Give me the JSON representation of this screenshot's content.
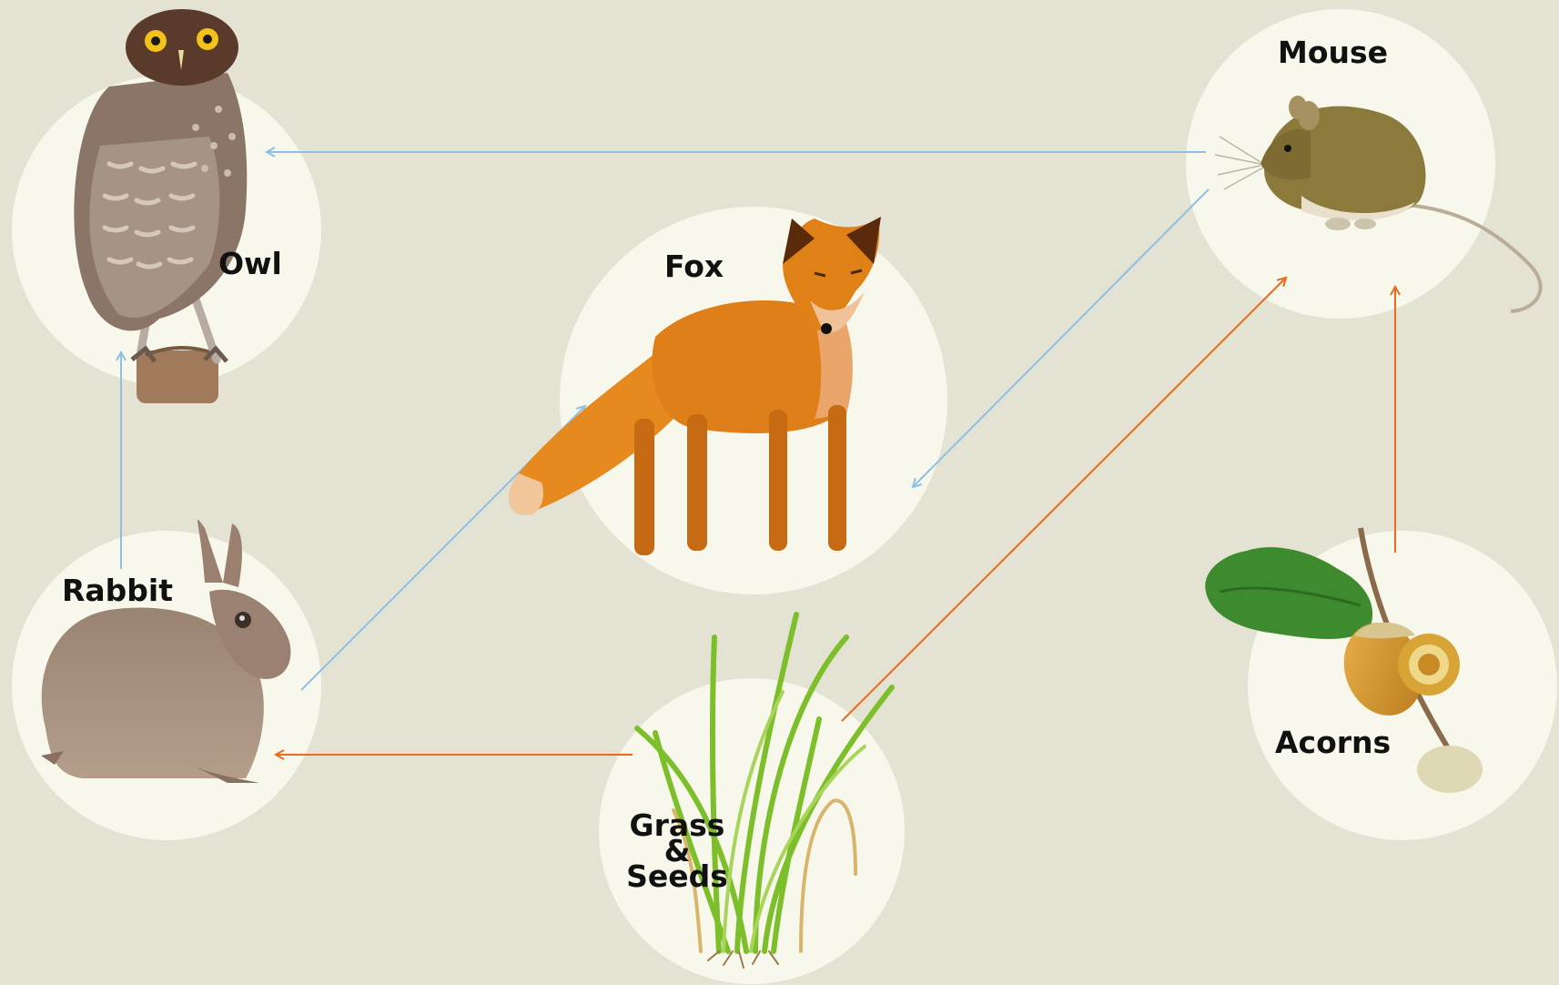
{
  "nodes": {
    "owl": {
      "label": "Owl"
    },
    "mouse": {
      "label": "Mouse"
    },
    "fox": {
      "label": "Fox"
    },
    "rabbit": {
      "label": "Rabbit"
    },
    "grass": {
      "label_lines": [
        "Grass",
        "&",
        "Seeds"
      ]
    },
    "acorns": {
      "label": "Acorns"
    }
  },
  "edges": [
    {
      "from": "Mouse",
      "to": "Owl",
      "color": "#8fbfe3"
    },
    {
      "from": "Rabbit",
      "to": "Owl",
      "color": "#8fbfe3"
    },
    {
      "from": "Mouse",
      "to": "Fox",
      "color": "#8fbfe3"
    },
    {
      "from": "Rabbit",
      "to": "Fox",
      "color": "#8fbfe3"
    },
    {
      "from": "Grass & Seeds",
      "to": "Rabbit",
      "color": "#ea6a1e"
    },
    {
      "from": "Grass & Seeds",
      "to": "Mouse",
      "color": "#ea6a1e"
    },
    {
      "from": "Acorns",
      "to": "Mouse",
      "color": "#ea6a1e"
    }
  ],
  "colors": {
    "background": "#e3e2d3",
    "node_circle": "#f8f7ec",
    "predator_arrow": "#8fbfe3",
    "producer_arrow": "#ea6a1e"
  }
}
